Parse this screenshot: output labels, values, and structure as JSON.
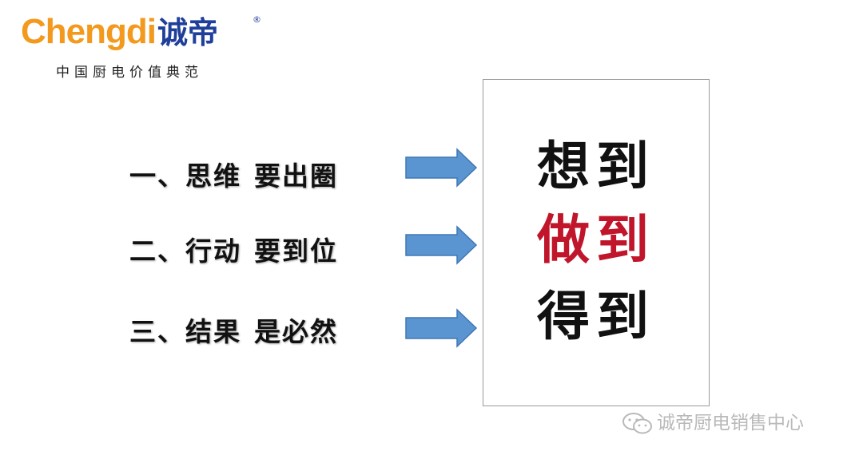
{
  "logo": {
    "latin": "Chengdi",
    "chinese": "诚帝",
    "registered_mark": "®",
    "tagline": "中国厨电价值典范"
  },
  "list": {
    "items": [
      {
        "label": "一、思维",
        "emphasis": "要出圈"
      },
      {
        "label": "二、行动",
        "emphasis": "要到位"
      },
      {
        "label": "三、结果",
        "emphasis": "是必然"
      }
    ]
  },
  "box": {
    "words": [
      {
        "text": "想到",
        "color": "#111111"
      },
      {
        "text": "做到",
        "color": "#c0152a"
      },
      {
        "text": "得到",
        "color": "#111111"
      }
    ]
  },
  "watermark": {
    "text": "诚帝厨电销售中心",
    "icon": "wechat-icon"
  },
  "colors": {
    "arrow_fill": "#5b95d1",
    "arrow_stroke": "#3f78b5",
    "brand_orange": "#f39a1e",
    "brand_blue": "#1f3f9a"
  }
}
